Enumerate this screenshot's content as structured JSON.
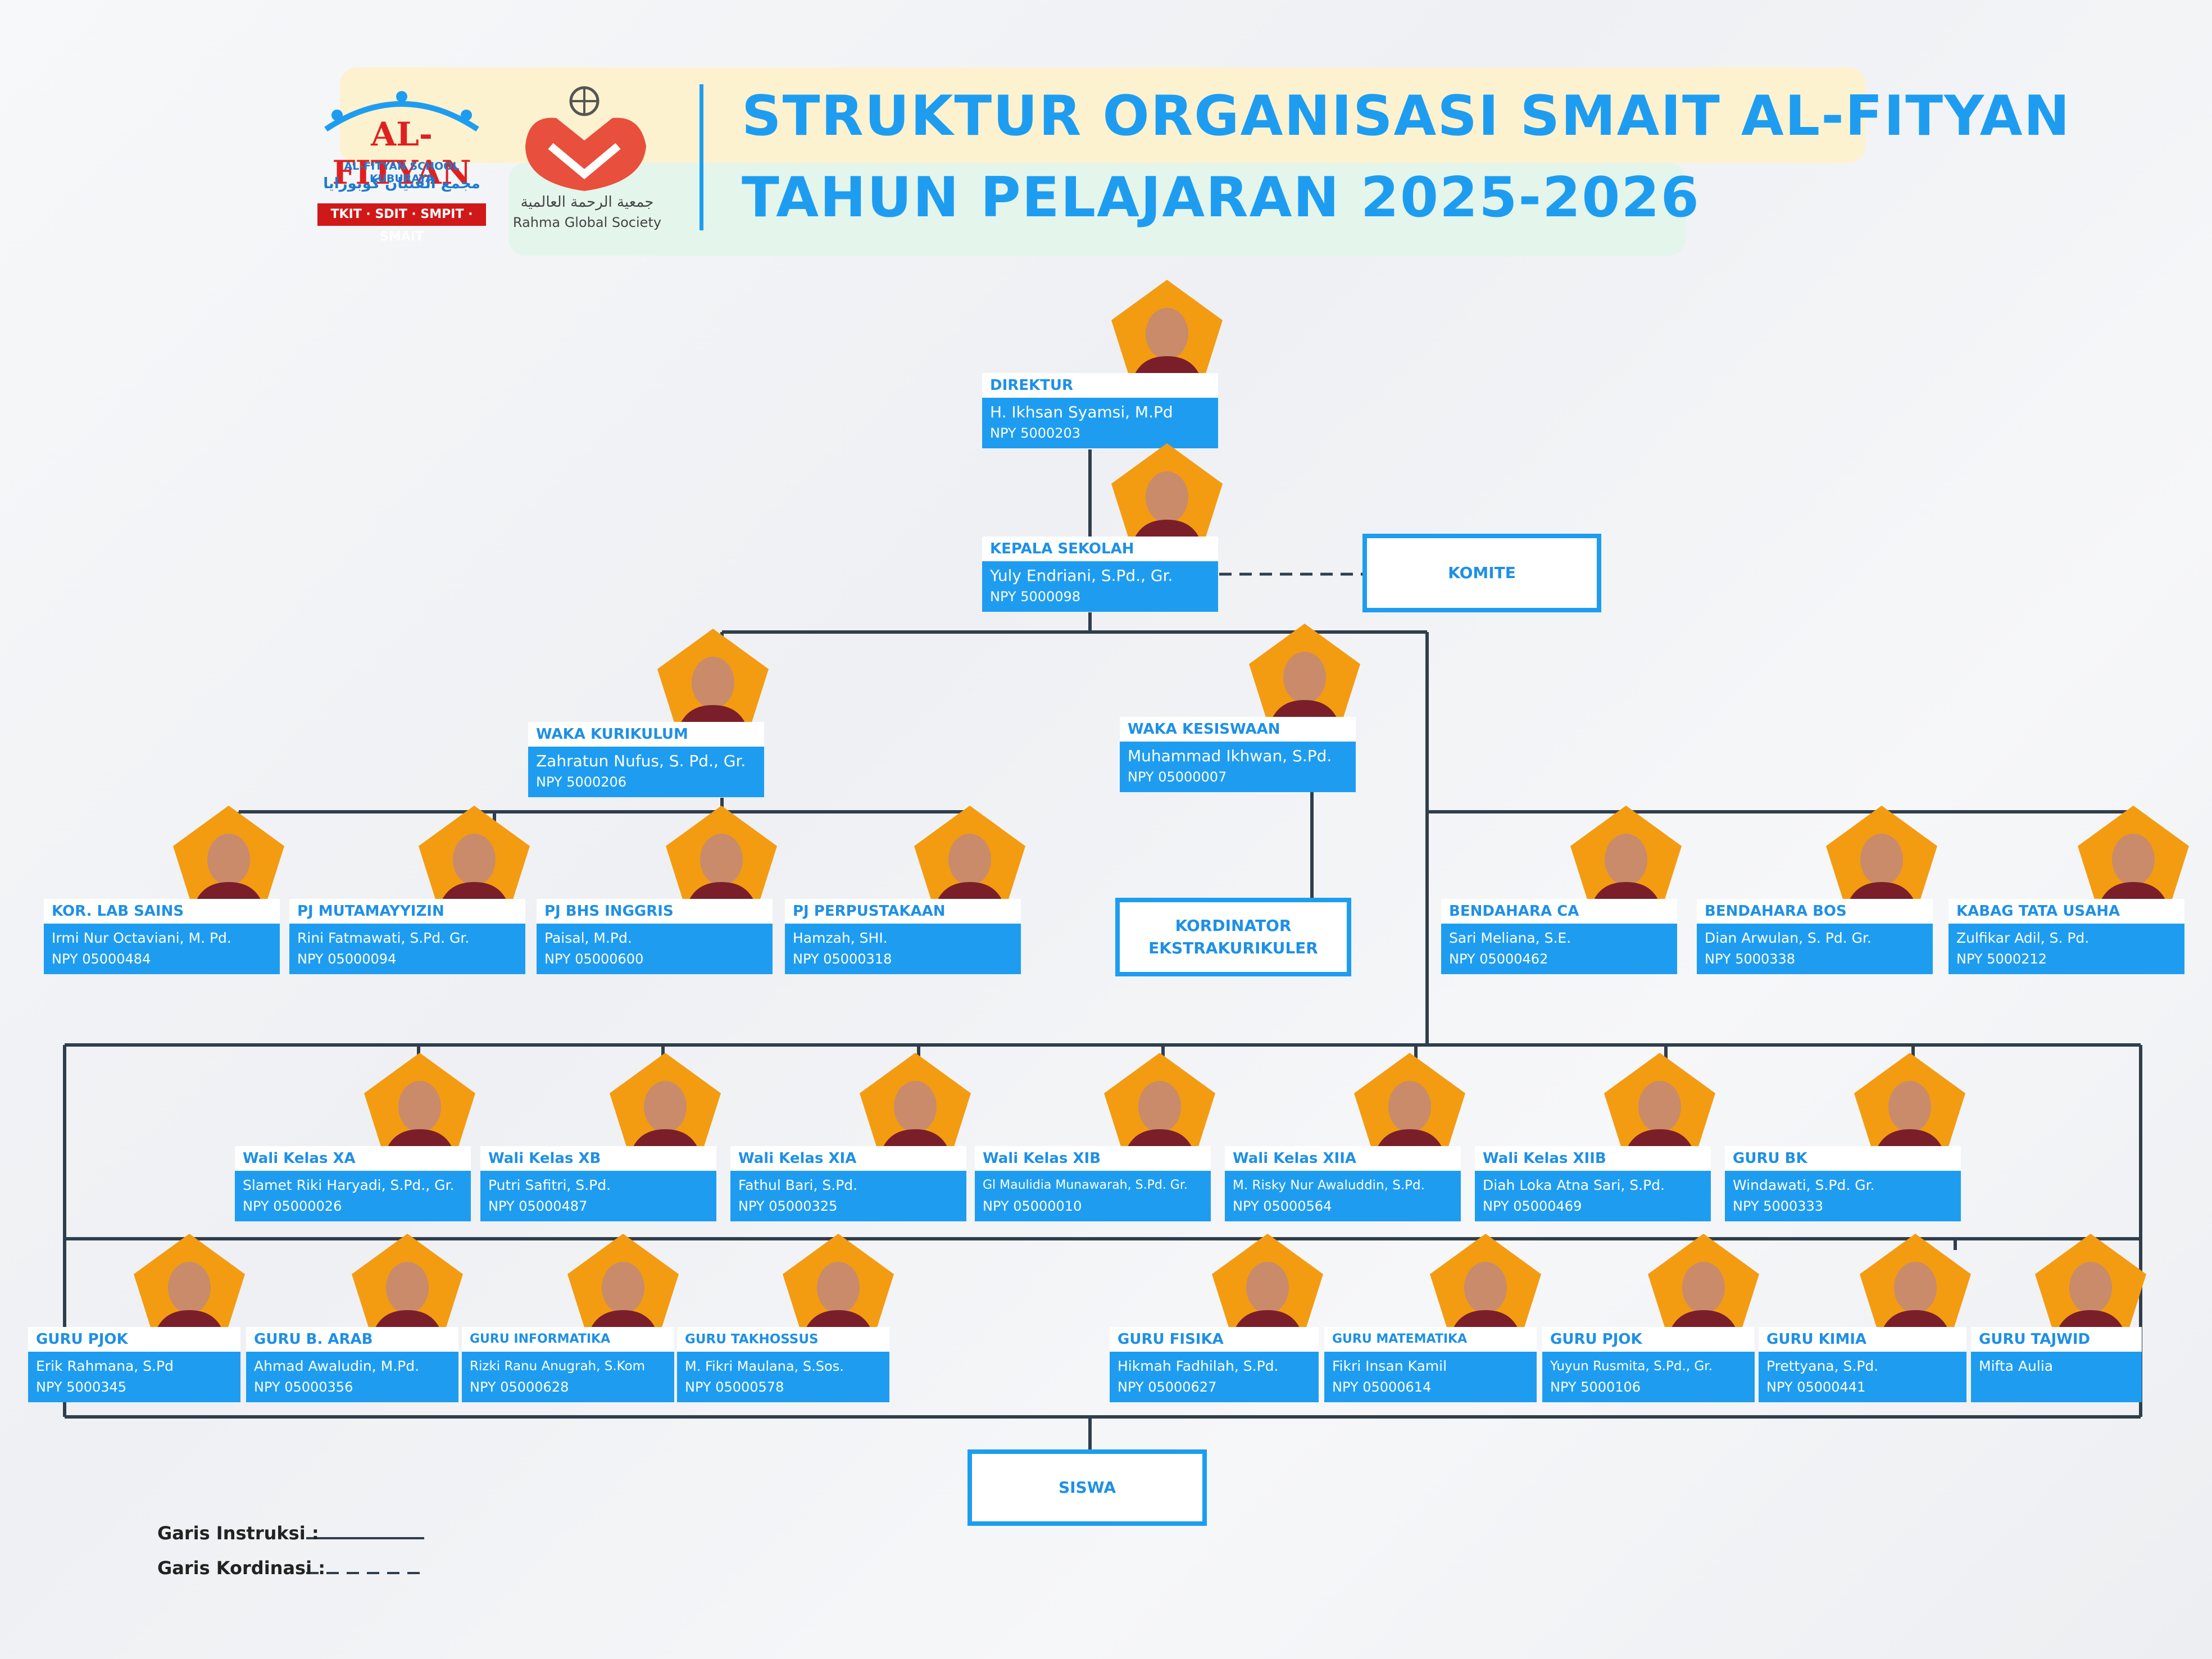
{
  "header": {
    "title_line1": "STRUKTUR ORGANISASI SMAIT AL-FITYAN",
    "title_line2": "TAHUN PELAJARAN 2025-2026",
    "logo1": {
      "name": "AL-FITYAN",
      "sub": "AL-FITYAN SCHOOL KUBURAYA",
      "arabic": "مجمع الفتيان كوبورايا",
      "levels": "TKIT · SDIT · SMPIT · SMAIT"
    },
    "logo2": {
      "arabic": "جمعية الرحمة العالمية",
      "name": "Rahma Global Society"
    }
  },
  "nodes": {
    "direktur": {
      "role": "DIREKTUR",
      "name": "H. Ikhsan Syamsi, M.Pd",
      "npy": "NPY 5000203"
    },
    "kepsek": {
      "role": "KEPALA SEKOLAH",
      "name": "Yuly Endriani, S.Pd., Gr.",
      "npy": "NPY 5000098"
    },
    "waka_kur": {
      "role": "WAKA KURIKULUM",
      "name": "Zahratun Nufus, S. Pd., Gr.",
      "npy": "NPY 5000206"
    },
    "waka_kes": {
      "role": "WAKA KESISWAAN",
      "name": "Muhammad Ikhwan, S.Pd.",
      "npy": "NPY 05000007"
    },
    "lab": {
      "role": "KOR. LAB SAINS",
      "name": "Irmi Nur Octaviani, M. Pd.",
      "npy": "NPY 05000484"
    },
    "mutamayyizin": {
      "role": "PJ MUTAMAYYIZIN",
      "name": "Rini Fatmawati, S.Pd. Gr.",
      "npy": "NPY 05000094"
    },
    "inggris": {
      "role": "PJ BHS INGGRIS",
      "name": "Paisal, M.Pd.",
      "npy": "NPY 05000600"
    },
    "perpus": {
      "role": "PJ PERPUSTAKAAN",
      "name": "Hamzah, SHI.",
      "npy": "NPY 05000318"
    },
    "bend_ca": {
      "role": "BENDAHARA CA",
      "name": "Sari Meliana, S.E.",
      "npy": "NPY 05000462"
    },
    "bend_bos": {
      "role": "BENDAHARA BOS",
      "name": "Dian Arwulan, S. Pd. Gr.",
      "npy": "NPY 5000338"
    },
    "tu": {
      "role": "KABAG TATA USAHA",
      "name": "Zulfikar Adil, S. Pd.",
      "npy": "NPY 5000212"
    },
    "xa": {
      "role": "Wali Kelas XA",
      "name": "Slamet Riki Haryadi, S.Pd., Gr.",
      "npy": "NPY 05000026"
    },
    "xb": {
      "role": "Wali Kelas XB",
      "name": "Putri Safitri, S.Pd.",
      "npy": "NPY 05000487"
    },
    "xia": {
      "role": "Wali Kelas XIA",
      "name": "Fathul Bari, S.Pd.",
      "npy": "NPY 05000325"
    },
    "xib": {
      "role": "Wali Kelas XIB",
      "name": "Gl Maulidia Munawarah, S.Pd. Gr.",
      "npy": "NPY 05000010"
    },
    "xiia": {
      "role": "Wali Kelas XIIA",
      "name": "M. Risky Nur Awaluddin, S.Pd.",
      "npy": "NPY 05000564"
    },
    "xiib": {
      "role": "Wali Kelas XIIB",
      "name": "Diah Loka Atna Sari, S.Pd.",
      "npy": "NPY 05000469"
    },
    "bk": {
      "role": "GURU BK",
      "name": "Windawati, S.Pd. Gr.",
      "npy": "NPY 5000333"
    },
    "pjok1": {
      "role": "GURU PJOK",
      "name": "Erik Rahmana, S.Pd",
      "npy": "NPY 5000345"
    },
    "arab": {
      "role": "GURU B. ARAB",
      "name": "Ahmad Awaludin, M.Pd.",
      "npy": "NPY 05000356"
    },
    "info": {
      "role": "GURU INFORMATIKA",
      "name": "Rizki Ranu Anugrah, S.Kom",
      "npy": "NPY 05000628"
    },
    "takhossus": {
      "role": "GURU TAKHOSSUS",
      "name": "M. Fikri Maulana, S.Sos.",
      "npy": "NPY 05000578"
    },
    "fisika": {
      "role": "GURU FISIKA",
      "name": "Hikmah Fadhilah, S.Pd.",
      "npy": "NPY 05000627"
    },
    "mtk": {
      "role": "GURU MATEMATIKA",
      "name": "Fikri Insan Kamil",
      "npy": "NPY 05000614"
    },
    "pjok2": {
      "role": "GURU PJOK",
      "name": "Yuyun Rusmita, S.Pd., Gr.",
      "npy": "NPY 5000106"
    },
    "kimia": {
      "role": "GURU KIMIA",
      "name": "Prettyana, S.Pd.",
      "npy": "NPY 05000441"
    },
    "tajwid": {
      "role": "GURU TAJWID",
      "name": "Mifta Aulia",
      "npy": ""
    }
  },
  "boxes": {
    "komite": "KOMITE",
    "ekstra": "KORDINATOR\nEKSTRAKURIKULER",
    "siswa": "SISWA"
  },
  "legend": {
    "instruksi": "Garis Instruksi :",
    "kordinasi": "Garis Kordinasi :"
  },
  "colors": {
    "accent_blue": "#1e9df0",
    "photo_orange": "#f39c12",
    "line_dark": "#2f3e4c"
  }
}
